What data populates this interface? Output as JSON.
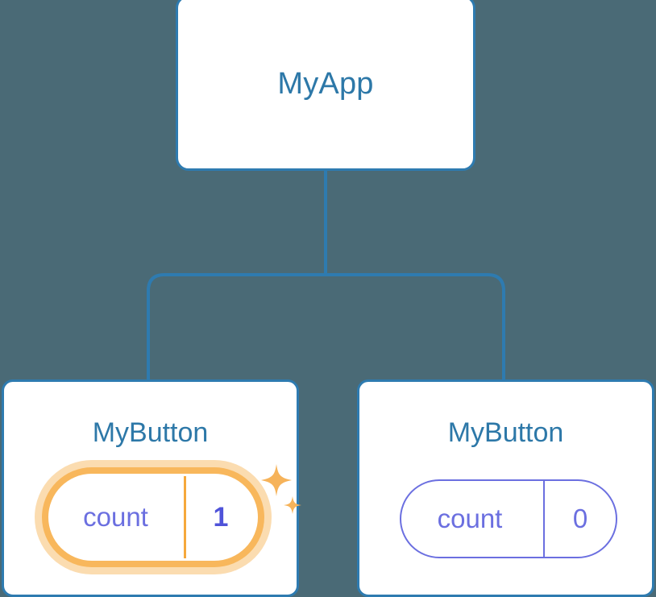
{
  "diagram": {
    "type": "component-tree",
    "background_color": "#4a6a76",
    "edge_color": "#2e7bb0",
    "node_border_color": "#2e7bb0",
    "node_title_color": "#2d78a8",
    "state_color": "#6b6fe0",
    "highlight_color": "#f5a83c",
    "highlight_glow_color": "#fbdcb0"
  },
  "root": {
    "title": "MyApp"
  },
  "children": [
    {
      "title": "MyButton",
      "state": {
        "key": "count",
        "value": "1",
        "highlighted": true,
        "sparkle_icon": "sparkles-icon"
      }
    },
    {
      "title": "MyButton",
      "state": {
        "key": "count",
        "value": "0",
        "highlighted": false
      }
    }
  ]
}
